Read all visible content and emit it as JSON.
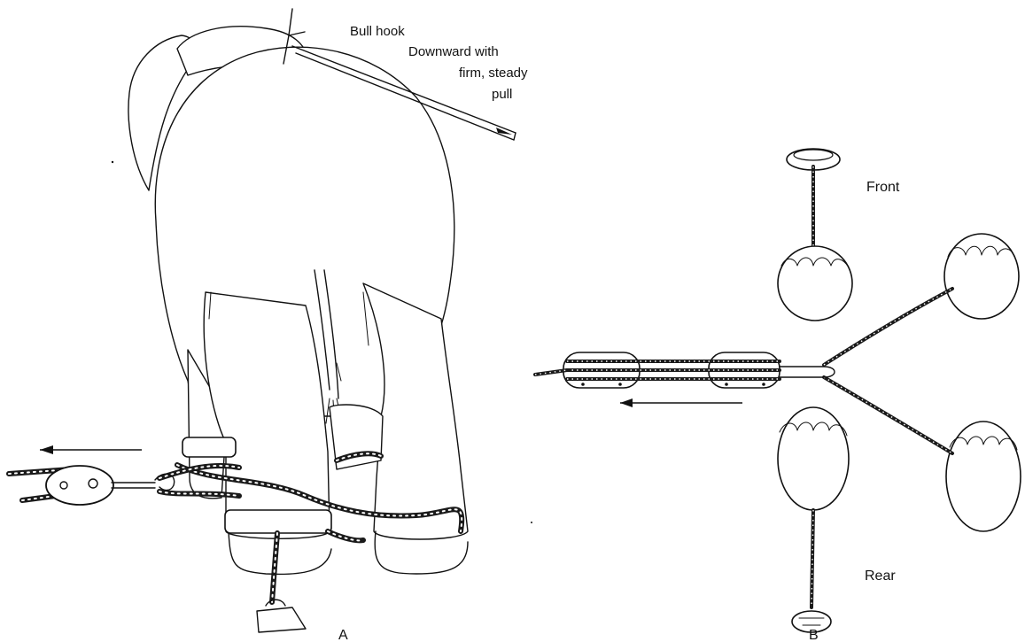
{
  "figure": {
    "panel_a": {
      "label": "A",
      "hook_label": "Bull hook",
      "instruction_lines": [
        "Downward with",
        "firm, steady",
        "pull"
      ]
    },
    "panel_b": {
      "label": "B",
      "front_label": "Front",
      "rear_label": "Rear"
    }
  },
  "colors": {
    "ink": "#111111",
    "paper": "#ffffff"
  }
}
